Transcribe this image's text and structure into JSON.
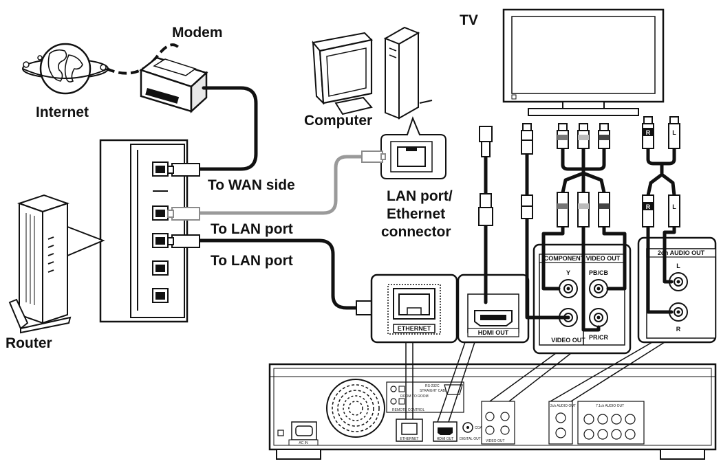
{
  "labels": {
    "modem": "Modem",
    "internet": "Internet",
    "computer": "Computer",
    "tv": "TV",
    "to_wan": "To WAN side",
    "to_lan_1": "To LAN port",
    "to_lan_2": "To LAN port",
    "router": "Router",
    "lan_port_line1": "LAN port/",
    "lan_port_line2": "Ethernet",
    "lan_port_line3": "connector"
  },
  "panel_labels": {
    "ethernet": "ETHERNET",
    "hdmi_out": "HDMI OUT",
    "component_video_out": "COMPONENT VIDEO OUT",
    "y": "Y",
    "pb_cb": "PB/CB",
    "pr_cr": "PR/CR",
    "video_out": "VIDEO OUT",
    "audio_out": "2ch AUDIO OUT",
    "audio_l": "L",
    "audio_r": "R"
  },
  "rear_labels": {
    "ac_in": "AC IN",
    "ethernet": "ETHERNET",
    "hdmi_out": "HDMI OUT",
    "digital_out": "DIGITAL OUT",
    "coaxial": "COAXIAL",
    "video_out": "VIDEO OUT",
    "remote_control": "REMOTE CONTROL",
    "room_to_room": "ROOM TO ROOM",
    "rs232c": "RS-232C",
    "straight_cable": "STRAIGHT CABLE",
    "audio_2ch": "2ch AUDIO OUT",
    "audio_71": "7.1ch AUDIO OUT"
  }
}
